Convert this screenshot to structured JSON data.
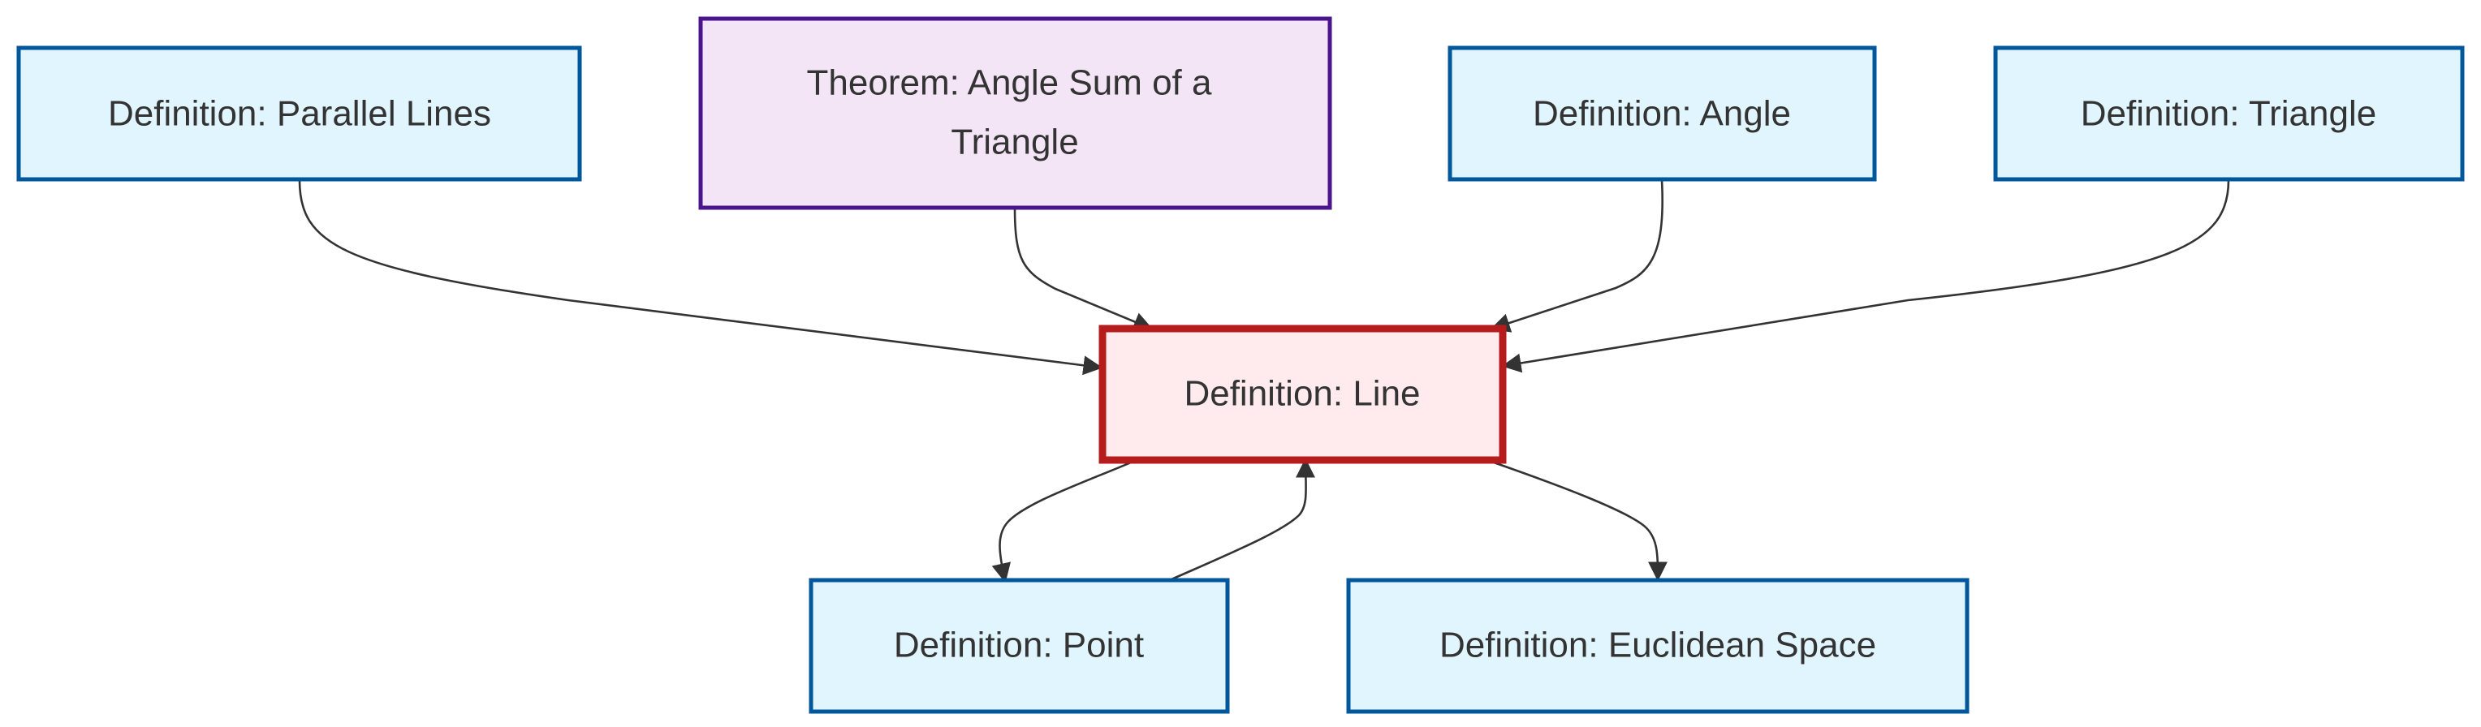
{
  "nodes": {
    "parallel": {
      "label": "Definition: Parallel Lines"
    },
    "theorem": {
      "label_line1": "Theorem: Angle Sum of a",
      "label_line2": "Triangle"
    },
    "angle": {
      "label": "Definition: Angle"
    },
    "triangle": {
      "label": "Definition: Triangle"
    },
    "line": {
      "label": "Definition: Line"
    },
    "point": {
      "label": "Definition: Point"
    },
    "euclidean": {
      "label": "Definition: Euclidean Space"
    }
  },
  "edges": [
    {
      "from": "parallel",
      "to": "line"
    },
    {
      "from": "theorem",
      "to": "line"
    },
    {
      "from": "angle",
      "to": "line"
    },
    {
      "from": "triangle",
      "to": "line"
    },
    {
      "from": "line",
      "to": "point"
    },
    {
      "from": "point",
      "to": "line"
    },
    {
      "from": "line",
      "to": "euclidean"
    }
  ],
  "colors": {
    "definition_fill": "#e1f5fe",
    "definition_stroke": "#01579b",
    "theorem_fill": "#f3e5f5",
    "theorem_stroke": "#4a148c",
    "focus_fill": "#ffebee",
    "focus_stroke": "#b71c1c",
    "edge": "#333333"
  }
}
